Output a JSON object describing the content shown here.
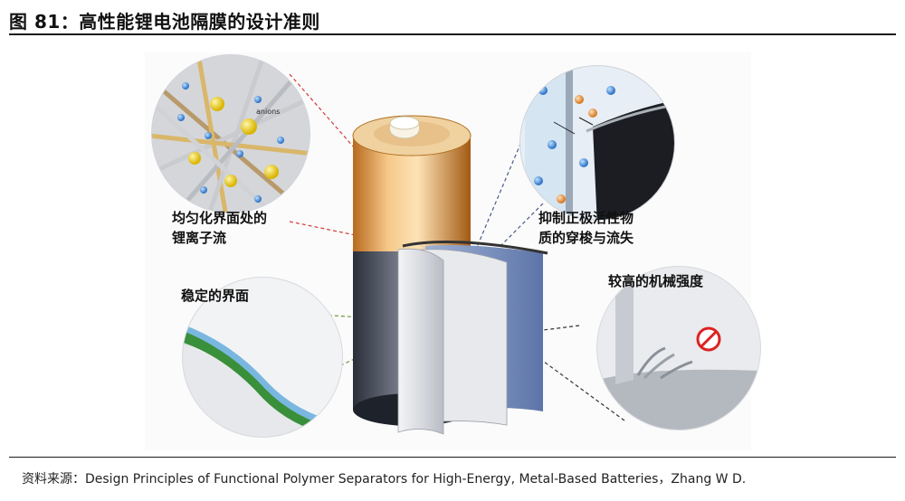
{
  "figure": {
    "title": "图 81：高性能锂电池隔膜的设计准则",
    "source": "资料来源：Design Principles of Functional Polymer Separators for High-Energy, Metal-Based Batteries，Zhang W D."
  },
  "diagram": {
    "callouts": {
      "uniform_flux": [
        "均匀化界面处的",
        "锂离子流"
      ],
      "suppress_shuttle": [
        "抑制正极活性物",
        "质的穿梭与流失"
      ],
      "stable_interface": "稳定的界面",
      "mechanical_strength": "较高的机械强度"
    },
    "inset_text": "anions"
  }
}
